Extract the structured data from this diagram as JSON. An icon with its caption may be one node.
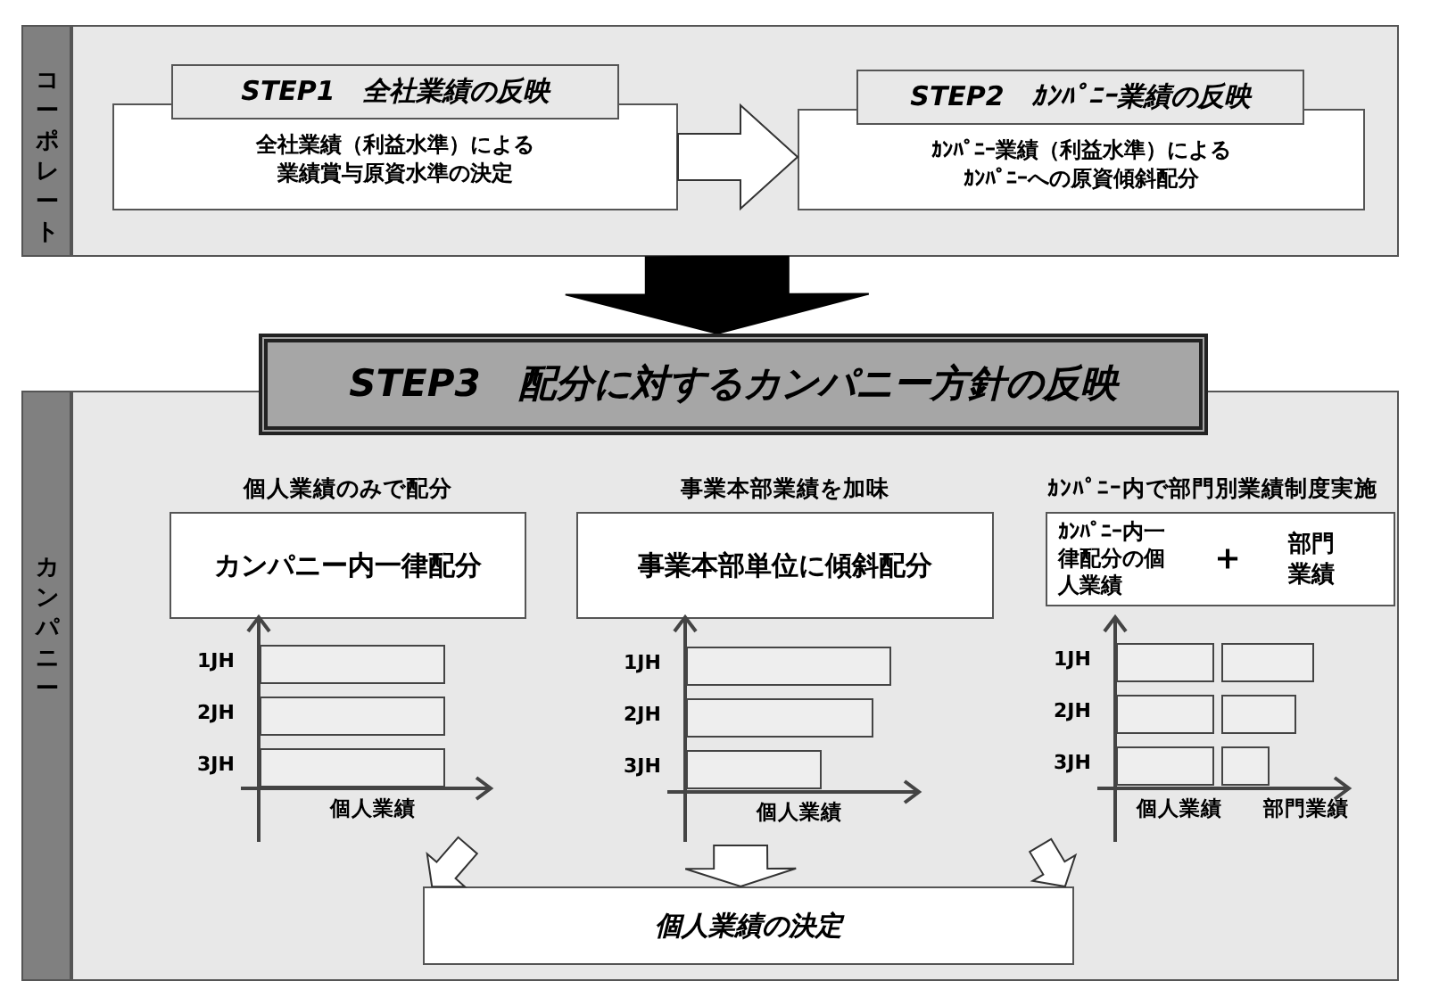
{
  "diagram": {
    "nodes": [
      {
        "text": [
          "コーポレート"
        ]
      },
      {
        "text": [
          "STEP1　全社業績の反映",
          "全社業績（利益水準）による業績賞与原資水準の決定"
        ],
        "in": 0
      },
      {
        "text": [
          "STEP2　ｶﾝﾊﾟﾆｰ業績の反映",
          "ｶﾝﾊﾟﾆｰ業績（利益水準）によるｶﾝﾊﾟﾆｰへの原資傾斜配分"
        ],
        "in": 0
      },
      {
        "text": [
          "STEP3　配分に対するカンパニー方針の反映"
        ]
      },
      {
        "text": [
          "カンパニー"
        ]
      },
      {
        "text": [
          "個人業績のみで配分",
          "カンパニー内一律配分"
        ],
        "in": 4
      },
      {
        "text": [
          "事業本部業績を加味",
          "事業本部単位に傾斜配分"
        ],
        "in": 4
      },
      {
        "text": [
          "ｶﾝﾊﾟﾆｰ内で部門別業績制度実施",
          "ｶﾝﾊﾟﾆｰ内一律配分の個人業績",
          "＋",
          "部門業績"
        ],
        "in": 4
      },
      {
        "text": [],
        "shape": "chart",
        "in": 4
      },
      {
        "text": [],
        "shape": "chart",
        "in": 4
      },
      {
        "text": [],
        "shape": "chart",
        "in": 4
      },
      {
        "text": [
          "個人業績の決定"
        ],
        "in": 4
      }
    ],
    "edges": [
      {
        "from": 1,
        "to": 2,
        "arrow": "to"
      },
      {
        "from": 0,
        "to": 3,
        "arrow": "to",
        "color": "#000000"
      },
      {
        "from": 8,
        "to": 11,
        "arrow": "to"
      },
      {
        "from": 9,
        "to": 11,
        "arrow": "to"
      },
      {
        "from": 10,
        "to": 11,
        "arrow": "to"
      }
    ],
    "labels": [
      "1JH",
      "2JH",
      "3JH",
      "個人業績",
      "1JH",
      "2JH",
      "3JH",
      "個人業績",
      "1JH",
      "2JH",
      "3JH",
      "個人業績",
      "部門業績"
    ]
  }
}
